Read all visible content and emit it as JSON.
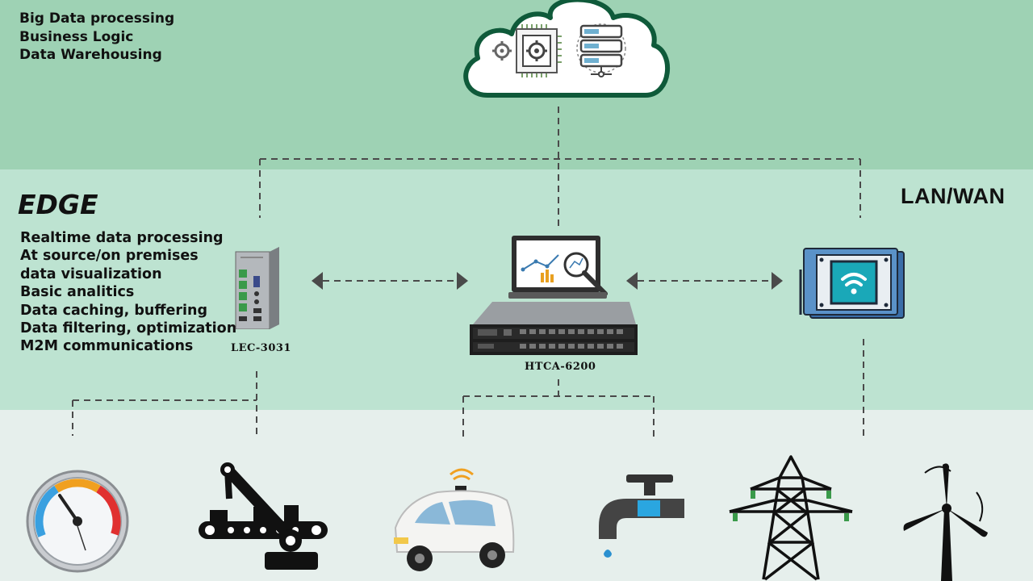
{
  "cloud": {
    "items": [
      "Big Data processing",
      "Business Logic",
      "Data Warehousing"
    ]
  },
  "edge": {
    "title": "EDGE",
    "items": [
      "Realtime data processing",
      "At source/on premises",
      "data visualization",
      "Basic analitics",
      "Data caching, buffering",
      "Data filtering, optimization",
      "M2M communications"
    ]
  },
  "network": {
    "label": "LAN/WAN"
  },
  "devices": {
    "lec_label": "LEC-3031",
    "htca_label": "HTCA-6200"
  },
  "colors": {
    "cloud_band": "#9ed2b4",
    "edge_band": "#bde3d1",
    "device_band": "#e6efec",
    "cloud_outline": "#0f5a3a",
    "connector": "#4a4a4a"
  },
  "icons": [
    "cloud-icon",
    "cpu-gear-icon",
    "server-stack-icon",
    "industrial-pc-icon",
    "laptop-analytics-icon",
    "rack-server-icon",
    "wifi-gateway-icon",
    "gauge-icon",
    "robot-arm-conveyor-icon",
    "autonomous-car-icon",
    "water-faucet-icon",
    "power-tower-icon",
    "wind-turbine-icon"
  ]
}
